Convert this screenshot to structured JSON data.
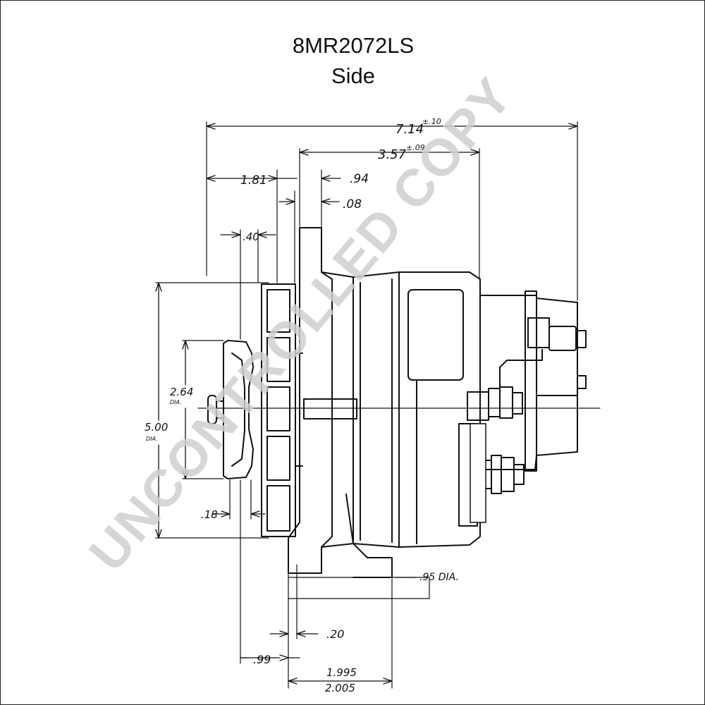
{
  "title": "8MR2072LS",
  "subtitle": "Side",
  "watermark": "UNCONTROLLED COPY",
  "watermark_color": "#cfcfcf",
  "line_color": "#111111",
  "dimensions": {
    "overall_length": "7.14",
    "overall_tol": "±.10",
    "half_length": "3.57",
    "half_tol": "±.09",
    "pulley_offset": "1.81",
    "flange_width": ".94",
    "gap": ".08",
    "hub_width": ".40",
    "pulley_dia": "2.64",
    "pulley_dia_unit": "DIA.",
    "fan_dia": "5.00",
    "fan_dia_unit": "DIA.",
    "small_offset": ".18",
    "mount_hole": ".95 DIA.",
    "foot_offset": ".20",
    "foot_dist": ".99",
    "foot_width_min": "1.995",
    "foot_width_max": "2.005"
  }
}
